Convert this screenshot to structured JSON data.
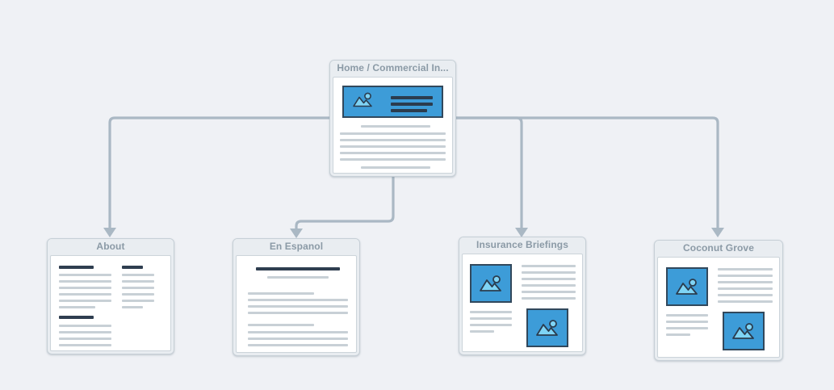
{
  "meta": {
    "background_color": "#eff1f5",
    "accent_blue": "#3d9cd8",
    "dark_navy": "#2f3e50",
    "line_gray": "#c8d0d6",
    "header_text_color": "#8b9aa6",
    "connector_color": "#aab8c4"
  },
  "diagram": {
    "type": "sitemap-tree",
    "root": {
      "id": "home",
      "title": "Home / Commercial In...",
      "layout": "hero-banner-with-paragraphs"
    },
    "children": [
      {
        "id": "about",
        "title": "About",
        "layout": "two-column-text"
      },
      {
        "id": "en-espanol",
        "title": "En Espanol",
        "layout": "centered-heading-text"
      },
      {
        "id": "insurance-briefings",
        "title": "Insurance Briefings",
        "layout": "image-text-grid"
      },
      {
        "id": "coconut-grove",
        "title": "Coconut Grove",
        "layout": "image-text-grid"
      }
    ],
    "connectors": [
      {
        "from": "home",
        "to": "about"
      },
      {
        "from": "home",
        "to": "en-espanol"
      },
      {
        "from": "home",
        "to": "insurance-briefings"
      },
      {
        "from": "home",
        "to": "coconut-grove"
      }
    ],
    "icons": {
      "image_placeholder": "image-icon",
      "arrow": "arrow-down-icon"
    }
  }
}
